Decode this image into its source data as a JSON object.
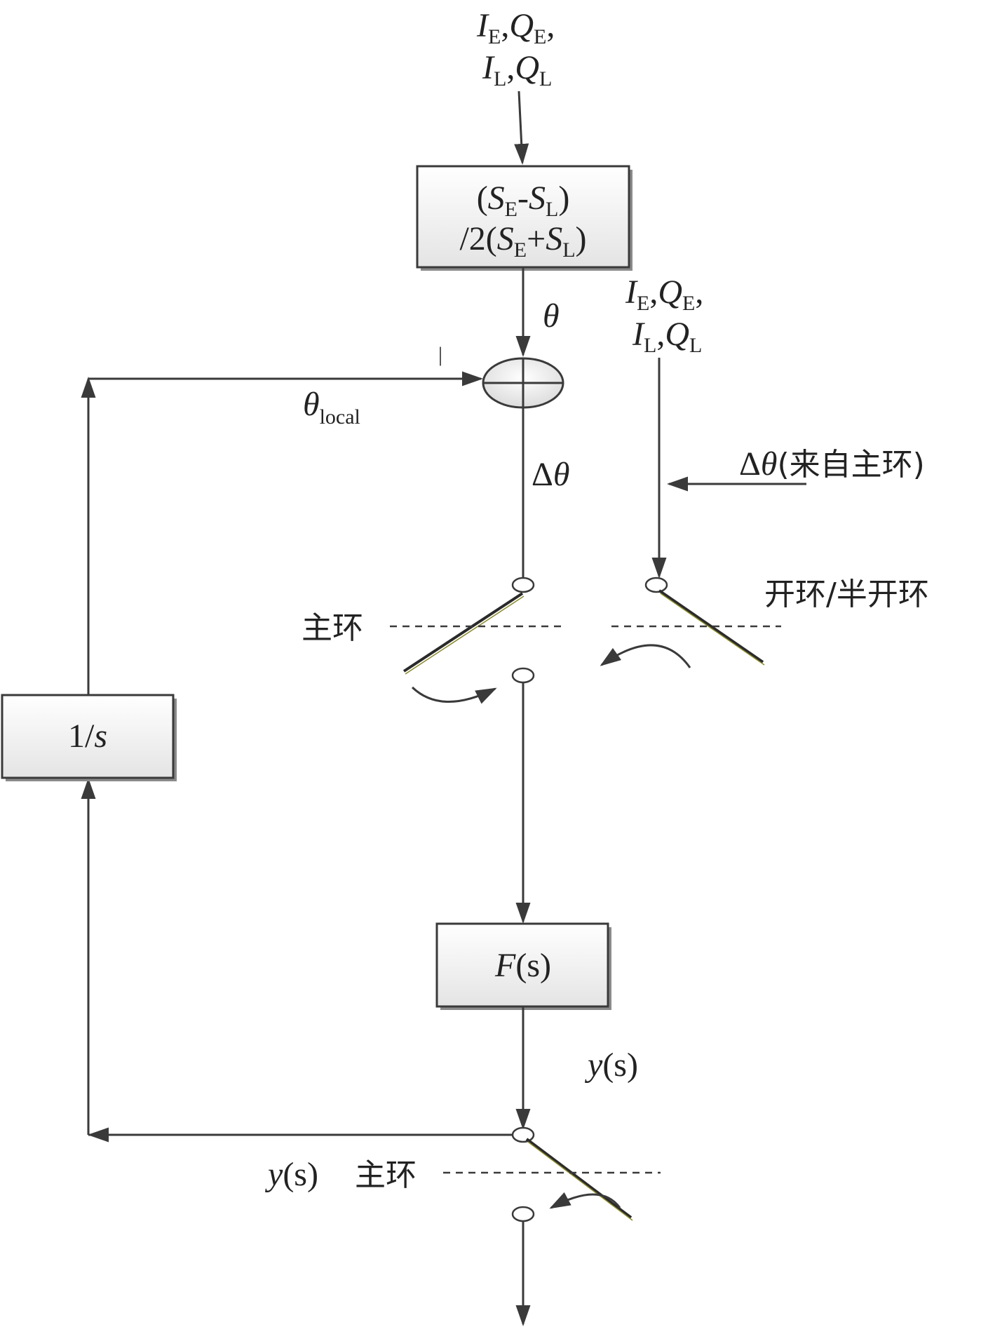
{
  "inputs_top": {
    "line1": [
      "I",
      "E",
      ",",
      "Q",
      "E",
      ","
    ],
    "line2": [
      "I",
      "L",
      ",",
      "Q",
      "L"
    ]
  },
  "inputs_right": {
    "line1": [
      "I",
      "E",
      ",",
      "Q",
      "E",
      ","
    ],
    "line2": [
      "I",
      "L",
      ",",
      "Q",
      "L"
    ]
  },
  "blocks": {
    "ratio": {
      "line1": [
        "(",
        "S",
        "E",
        "-",
        "S",
        "L",
        ")"
      ],
      "line2": [
        "/2(",
        "S",
        "E",
        "+",
        "S",
        "L",
        ")"
      ]
    },
    "integrator": {
      "prefix": "1/",
      "var": "s"
    },
    "filter": {
      "func": "F",
      "arg": "(s)"
    }
  },
  "signals": {
    "theta": "θ",
    "theta_local": {
      "base": "θ",
      "sub": "local"
    },
    "delta_theta": {
      "delta": "Δ",
      "theta": "θ"
    },
    "delta_theta_from_main": {
      "delta": "Δ",
      "theta": "θ",
      "note": "(来自主环)"
    },
    "y_out": {
      "var": "y",
      "arg": "(s)"
    },
    "y_switch": {
      "var": "y",
      "arg": "(s)"
    },
    "summer_minus_mark": "|"
  },
  "switch_labels": {
    "main_loop_upper": "主环",
    "open_loop": "开环/半开环",
    "main_loop_lower": "主环"
  },
  "colors": {
    "line": "#3a3a3a",
    "box_fill_top": "#ffffff",
    "box_fill_bottom": "#e4e4e4",
    "switch_edge": "#8a8a2a"
  }
}
